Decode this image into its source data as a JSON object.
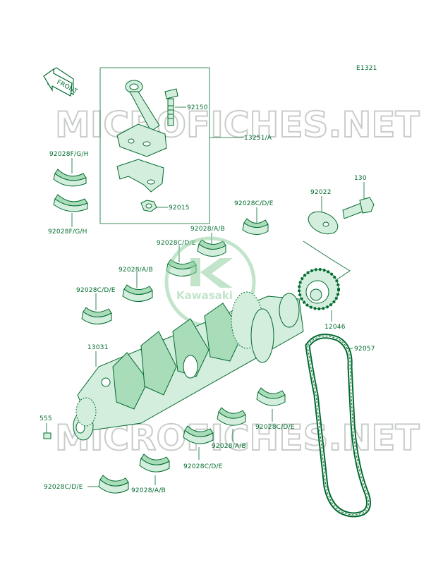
{
  "diagram": {
    "code": "E1321",
    "front_tag": "FRONT",
    "watermark": "MICROFICHES.NET",
    "logo_text": "Kawasaki",
    "colors": {
      "line": "#006b2e",
      "fill": "#d4eedd",
      "watermark": "#c9cdca"
    }
  },
  "callouts": {
    "c92150": "92150",
    "c13251a": "13251/A",
    "c92015": "92015",
    "c92028fgh_a": "92028F/G/H",
    "c92028fgh_b": "92028F/G/H",
    "c130": "130",
    "c92022": "92022",
    "c92028cde_1": "92028C/D/E",
    "c92028ab_1": "92028/A/B",
    "c92028cde_2": "92028C/D/E",
    "c92028ab_2": "92028/A/B",
    "c92028cde_3": "92028C/D/E",
    "c12046": "12046",
    "c13031": "13031",
    "c92057": "92057",
    "c555": "555",
    "c92028cde_4": "92028C/D/E",
    "c92028ab_3": "92028/A/B",
    "c92028cde_5": "92028C/D/E",
    "c92028cde_6": "92028C/D/E",
    "c92028ab_4": "92028/A/B"
  }
}
